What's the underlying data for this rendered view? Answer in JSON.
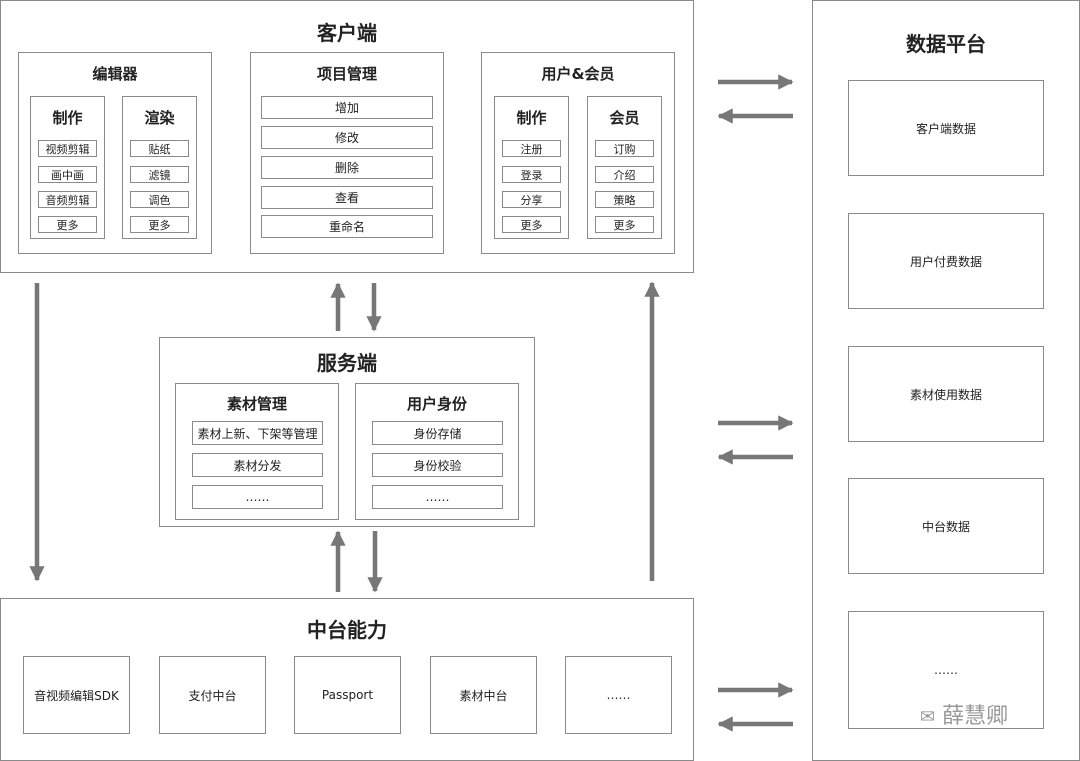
{
  "client": {
    "title": "客户端",
    "editor": {
      "title": "编辑器",
      "make": {
        "title": "制作",
        "items": [
          "视频剪辑",
          "画中画",
          "音频剪辑",
          "更多"
        ]
      },
      "render": {
        "title": "渲染",
        "items": [
          "贴纸",
          "滤镜",
          "调色",
          "更多"
        ]
      }
    },
    "project": {
      "title": "项目管理",
      "items": [
        "增加",
        "修改",
        "删除",
        "查看",
        "重命名"
      ]
    },
    "user": {
      "title": "用户&会员",
      "make": {
        "title": "制作",
        "items": [
          "注册",
          "登录",
          "分享",
          "更多"
        ]
      },
      "member": {
        "title": "会员",
        "items": [
          "订购",
          "介绍",
          "策略",
          "更多"
        ]
      }
    }
  },
  "server": {
    "title": "服务端",
    "material": {
      "title": "素材管理",
      "items": [
        "素材上新、下架等管理",
        "素材分发",
        "……"
      ]
    },
    "identity": {
      "title": "用户身份",
      "items": [
        "身份存储",
        "身份校验",
        "……"
      ]
    }
  },
  "middle": {
    "title": "中台能力",
    "items": [
      "音视频编辑SDK",
      "支付中台",
      "Passport",
      "素材中台",
      "……"
    ]
  },
  "data_platform": {
    "title": "数据平台",
    "items": [
      "客户端数据",
      "用户付费数据",
      "素材使用数据",
      "中台数据",
      "……"
    ]
  },
  "watermark": "薛慧卿",
  "colors": {
    "border": "#8a8a8a",
    "arrow": "#777777"
  }
}
